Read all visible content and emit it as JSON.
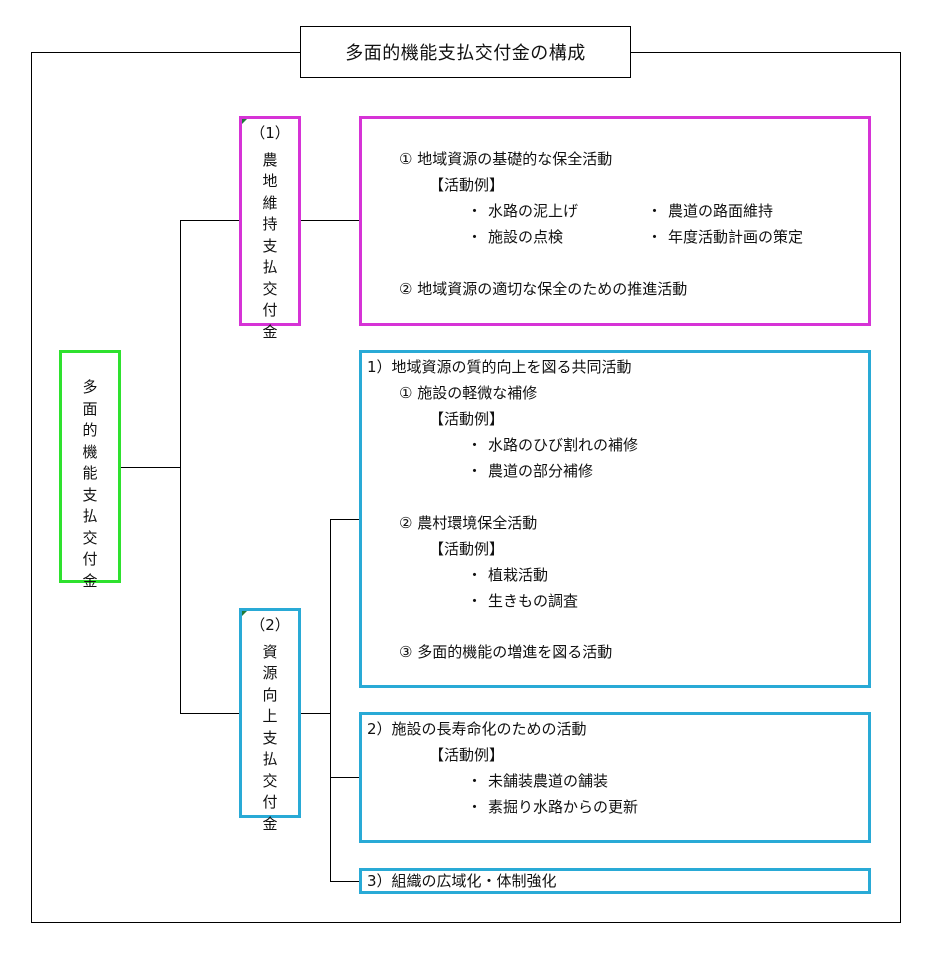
{
  "title": "多面的機能支払交付金の構成",
  "root": {
    "label": "多面的機能支払交付金"
  },
  "colors": {
    "root_border": "#2ee12e",
    "branch1_border": "#d633d6",
    "branch2_border": "#29aad6",
    "connector": "#000000"
  },
  "branch1": {
    "number": "（1）",
    "label": "農地維持支払交付金",
    "content": {
      "item1": {
        "heading": "①  地域資源の基礎的な保全活動",
        "examples_label": "【活動例】",
        "examples": [
          "水路の泥上げ",
          "農道の路面維持",
          "施設の点検",
          "年度活動計画の策定"
        ]
      },
      "item2": {
        "heading": "②  地域資源の適切な保全のための推進活動"
      }
    }
  },
  "branch2": {
    "number": "（2）",
    "label": "資源向上支払交付金",
    "sections": [
      {
        "heading": "1）地域資源の質的向上を図る共同活動",
        "items": [
          {
            "heading": "①  施設の軽微な補修",
            "examples_label": "【活動例】",
            "examples": [
              "水路のひび割れの補修",
              "農道の部分補修"
            ]
          },
          {
            "heading": "②  農村環境保全活動",
            "examples_label": "【活動例】",
            "examples": [
              "植栽活動",
              "生きもの調査"
            ]
          },
          {
            "heading": "③  多面的機能の増進を図る活動"
          }
        ]
      },
      {
        "heading": "2）施設の長寿命化のための活動",
        "examples_label": "【活動例】",
        "examples": [
          "未舗装農道の舗装",
          "素掘り水路からの更新"
        ]
      },
      {
        "heading": "3）組織の広域化・体制強化"
      }
    ]
  }
}
